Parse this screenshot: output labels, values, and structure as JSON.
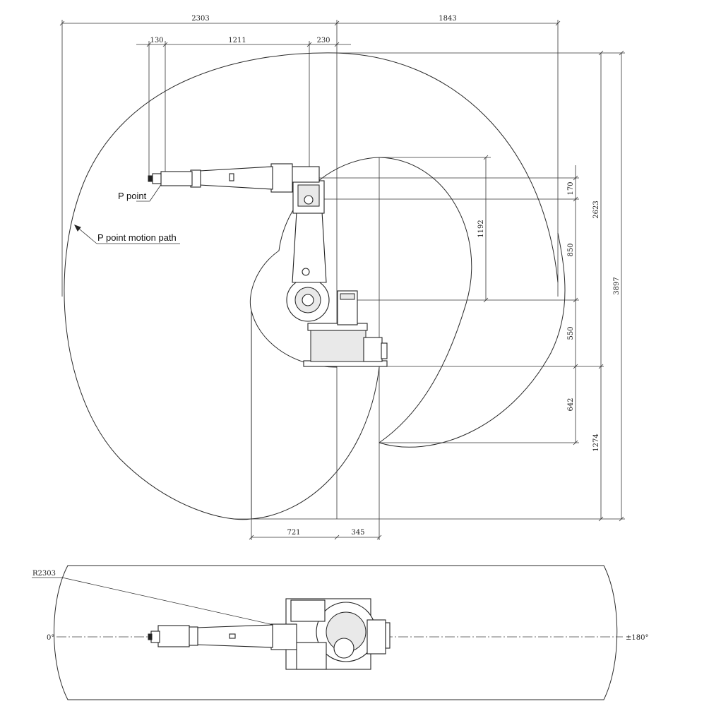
{
  "side_view": {
    "dimensions": {
      "top_left": "2303",
      "top_right": "1843",
      "tool": "130",
      "arm": "1211",
      "wrist": "230",
      "right_170": "170",
      "right_850": "850",
      "right_550": "550",
      "right_642": "642",
      "center_1192": "1192",
      "outer_2623": "2623",
      "outer_1274": "1274",
      "outer_3897": "3897",
      "bottom_721": "721",
      "bottom_345": "345"
    },
    "labels": {
      "p_point": "P point",
      "motion_path": "P point motion path"
    }
  },
  "top_view": {
    "radius": "R2303",
    "angle_left": "0°",
    "angle_right": "±180°"
  }
}
